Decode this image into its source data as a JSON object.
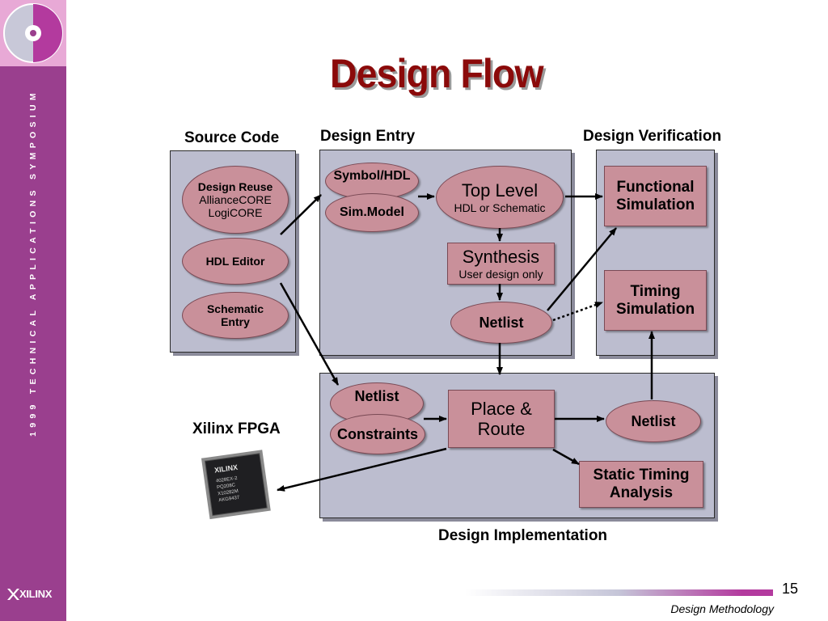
{
  "title": "Design Flow",
  "sidebar": {
    "vertical_text": "1999 TECHNICAL APPLICATIONS SYMPOSIUM",
    "logo_text": "XILINX"
  },
  "sections": {
    "source_code": "Source Code",
    "design_entry": "Design Entry",
    "design_verification": "Design Verification",
    "design_implementation": "Design Implementation",
    "xilinx_fpga": "Xilinx FPGA"
  },
  "source": {
    "design_reuse": [
      "Design Reuse",
      "AllianceCORE",
      "LogiCORE"
    ],
    "hdl_editor": "HDL Editor",
    "schematic_entry": [
      "Schematic",
      "Entry"
    ]
  },
  "entry": {
    "symbol_hdl": "Symbol/HDL",
    "sim_model": "Sim.Model",
    "top_level": [
      "Top Level",
      "HDL or Schematic"
    ],
    "synthesis": [
      "Synthesis",
      "User design only"
    ],
    "netlist": "Netlist"
  },
  "verification": {
    "functional": [
      "Functional",
      "Simulation"
    ],
    "timing": [
      "Timing",
      "Simulation"
    ]
  },
  "implementation": {
    "netlist_in": "Netlist",
    "constraints": "Constraints",
    "place_route": [
      "Place &",
      "Route"
    ],
    "netlist_out": "Netlist",
    "static_timing": [
      "Static Timing",
      "Analysis"
    ]
  },
  "chip": {
    "brand": "XILINX",
    "lines": [
      "4028EX-2",
      "PQ208C",
      "X10282M",
      "AKG9437"
    ]
  },
  "footer": {
    "page_number": "15",
    "text": "Design Methodology"
  },
  "colors": {
    "sidebar": "#9a3f8e",
    "title": "#8b0a0a",
    "panel": "#bcbdcf",
    "node": "#c9909a"
  }
}
